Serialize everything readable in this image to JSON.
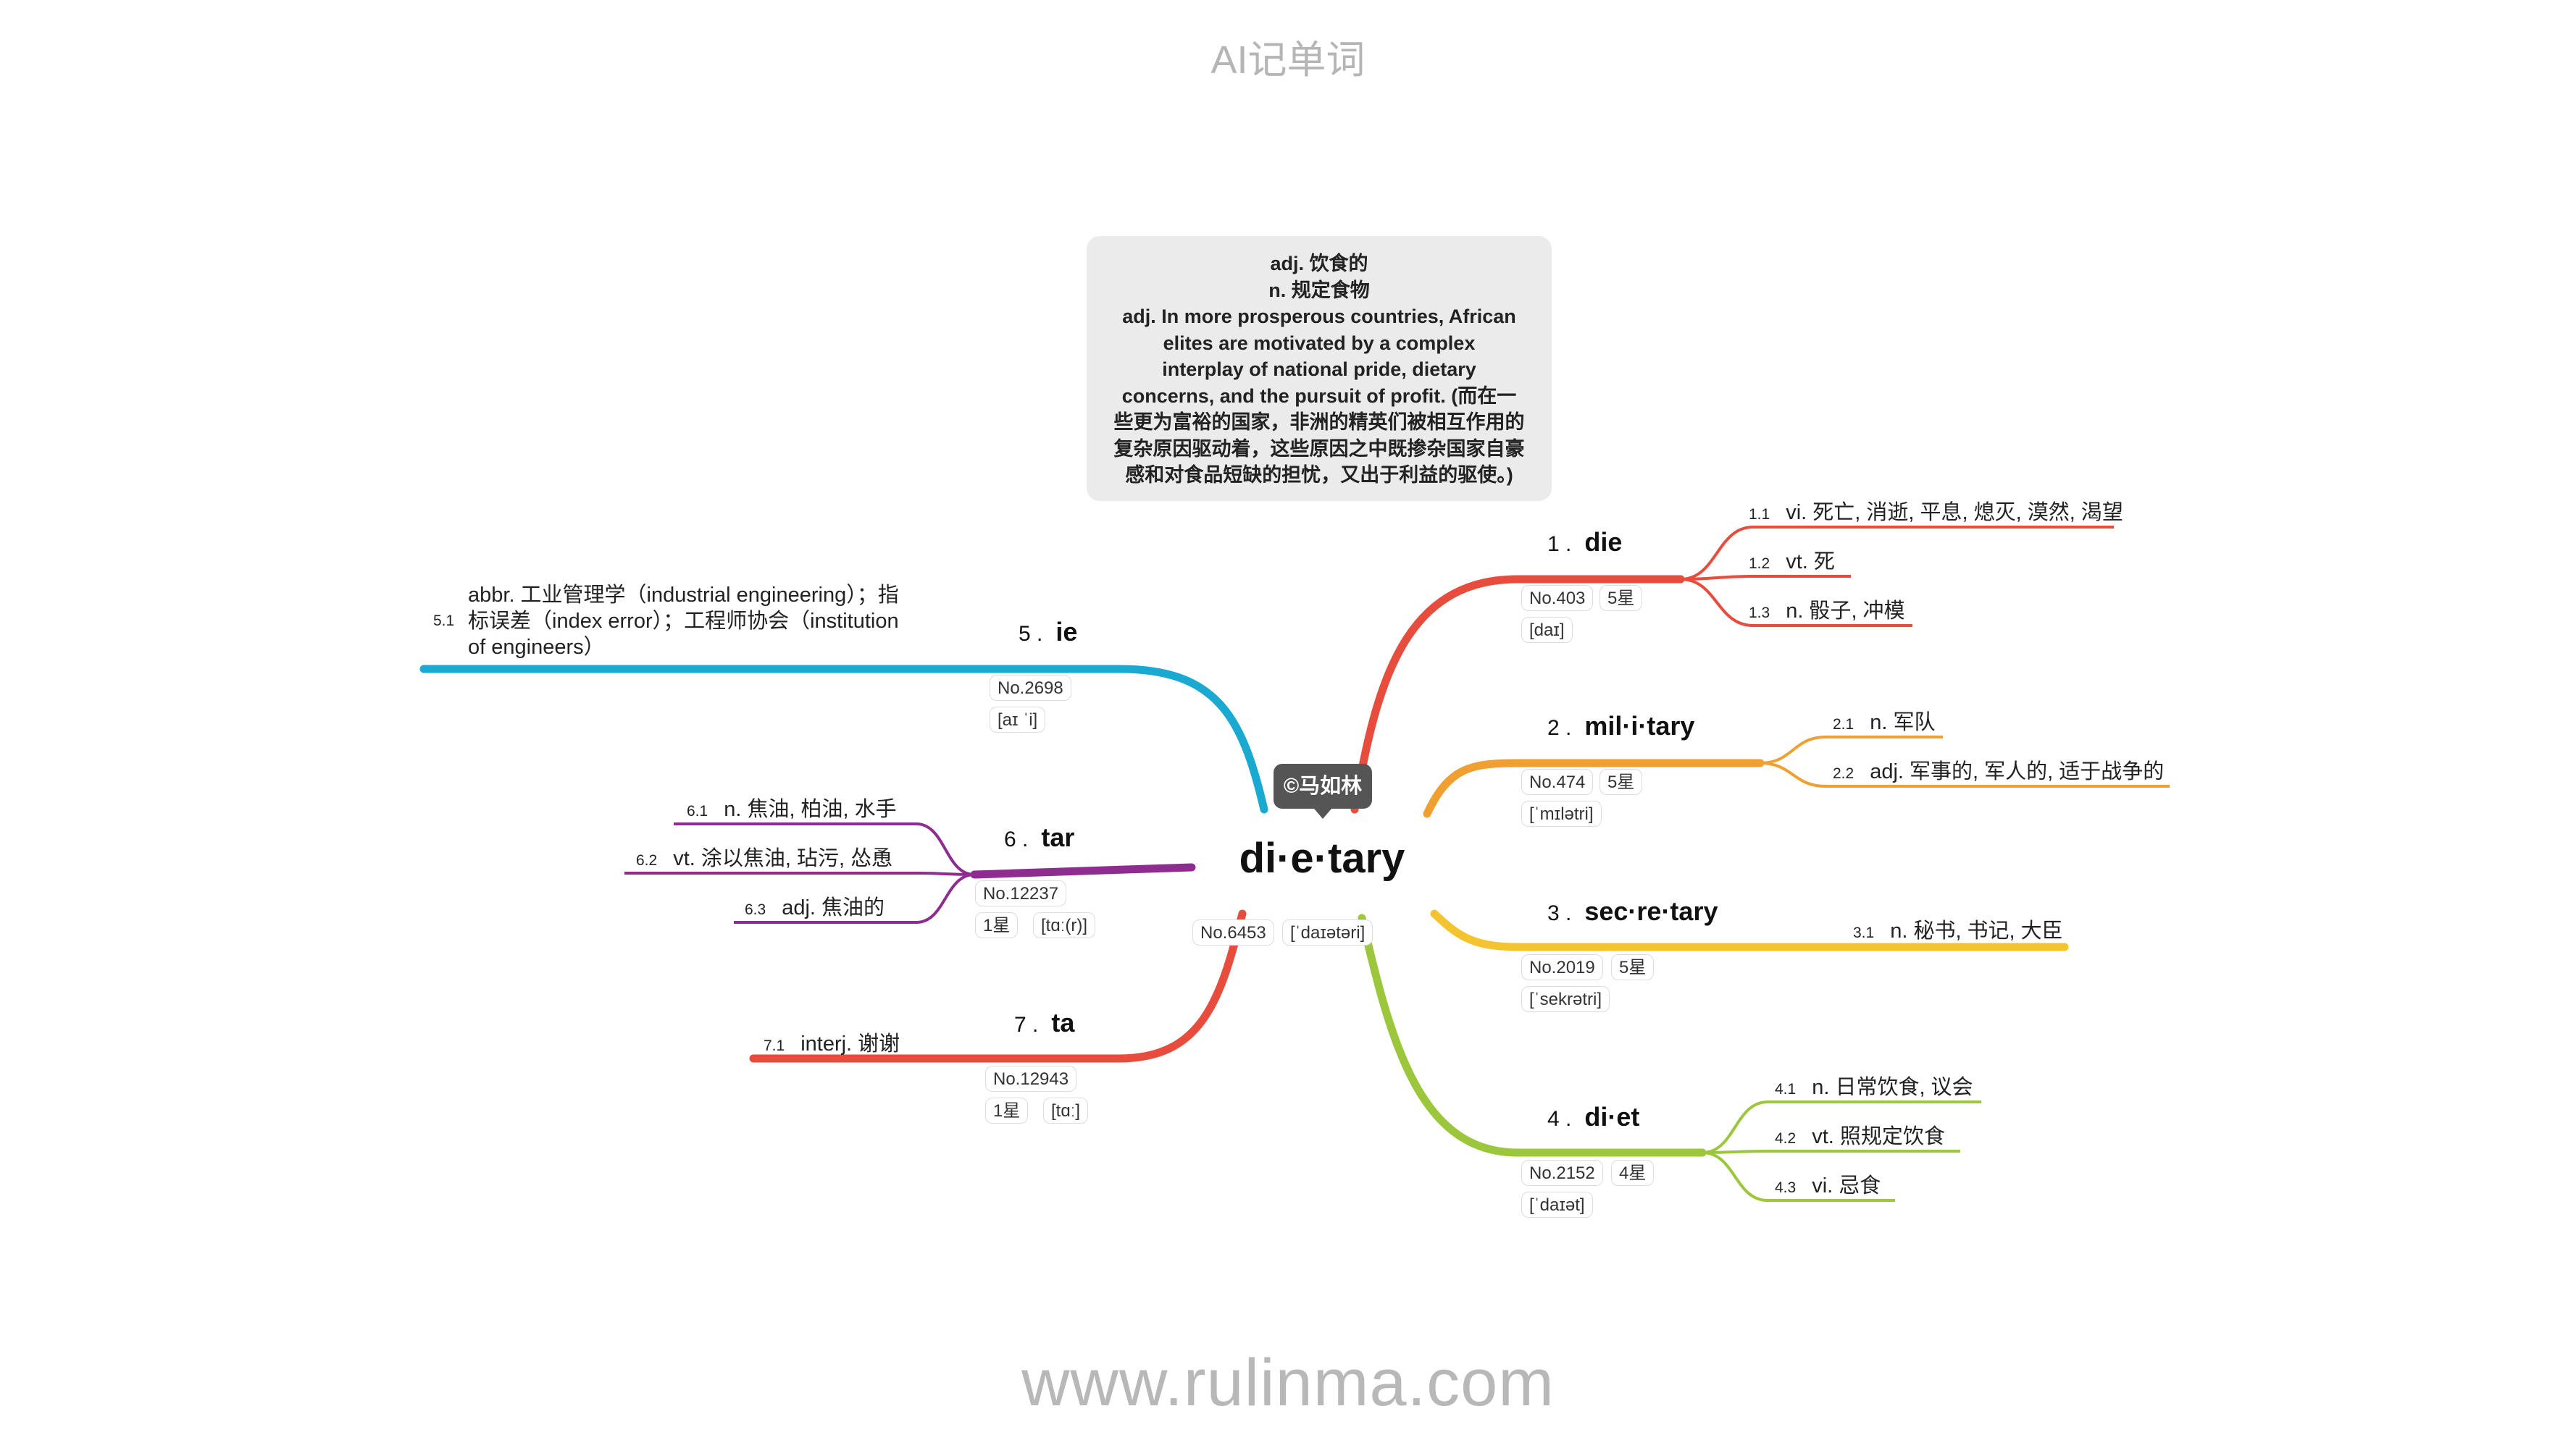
{
  "site_title": "AI记单词",
  "footer_url": "www.rulinma.com",
  "credit": "©马如林",
  "word": {
    "text": "di·e·tary",
    "rank": "No.6453",
    "phonetic": "[ˈdaɪətəri]"
  },
  "note_lines": [
    "adj. 饮食的",
    "n. 规定食物",
    "adj. In more prosperous countries, African",
    "elites are motivated by a complex",
    "interplay of national pride, dietary",
    "concerns, and the pursuit of profit. (而在一",
    "些更为富裕的国家，非洲的精英们被相互作用的",
    "复杂原因驱动着，这些原因之中既掺杂国家自豪",
    "感和对食品短缺的担忧，又出于利益的驱使。)"
  ],
  "branches": [
    {
      "num": "1 .",
      "word": "die",
      "rank": "No.403",
      "stars": "5星",
      "phonetic": "[daɪ]",
      "defs": [
        {
          "num": "1.1",
          "text": "vi. 死亡, 消逝, 平息, 熄灭, 漠然, 渴望"
        },
        {
          "num": "1.2",
          "text": "vt. 死"
        },
        {
          "num": "1.3",
          "text": "n. 骰子, 冲模"
        }
      ]
    },
    {
      "num": "2 .",
      "word": "mil·i·tary",
      "rank": "No.474",
      "stars": "5星",
      "phonetic": "[ˈmɪlətri]",
      "defs": [
        {
          "num": "2.1",
          "text": "n. 军队"
        },
        {
          "num": "2.2",
          "text": "adj. 军事的, 军人的, 适于战争的"
        }
      ]
    },
    {
      "num": "3 .",
      "word": "sec·re·tary",
      "rank": "No.2019",
      "stars": "5星",
      "phonetic": "[ˈsekrətri]",
      "defs": [
        {
          "num": "3.1",
          "text": "n. 秘书, 书记, 大臣"
        }
      ]
    },
    {
      "num": "4 .",
      "word": "di·et",
      "rank": "No.2152",
      "stars": "4星",
      "phonetic": "[ˈdaɪət]",
      "defs": [
        {
          "num": "4.1",
          "text": "n. 日常饮食, 议会"
        },
        {
          "num": "4.2",
          "text": "vt. 照规定饮食"
        },
        {
          "num": "4.3",
          "text": "vi. 忌食"
        }
      ]
    },
    {
      "num": "5 .",
      "word": "ie",
      "rank": "No.2698",
      "phonetic": "[aɪ ˈi]",
      "defs": [
        {
          "num": "5.1",
          "text": "abbr. 工业管理学（industrial engineering）；指标误差（index error）；工程师协会（institution of engineers）"
        }
      ]
    },
    {
      "num": "6 .",
      "word": "tar",
      "rank": "No.12237",
      "stars": "1星",
      "phonetic": "[tɑː(r)]",
      "defs": [
        {
          "num": "6.1",
          "text": "n. 焦油, 柏油, 水手"
        },
        {
          "num": "6.2",
          "text": "vt. 涂以焦油, 玷污, 怂恿"
        },
        {
          "num": "6.3",
          "text": "adj. 焦油的"
        }
      ]
    },
    {
      "num": "7 .",
      "word": "ta",
      "rank": "No.12943",
      "stars": "1星",
      "phonetic": "[tɑː]",
      "defs": [
        {
          "num": "7.1",
          "text": "interj. 谢谢"
        }
      ]
    }
  ],
  "colors": {
    "b1": "#e84c3d",
    "b2": "#f0a030",
    "b3": "#f4c430",
    "b4": "#9cc63b",
    "b5": "#1aa9d0",
    "b6": "#8e2c8f",
    "b7": "#e84c3d"
  }
}
